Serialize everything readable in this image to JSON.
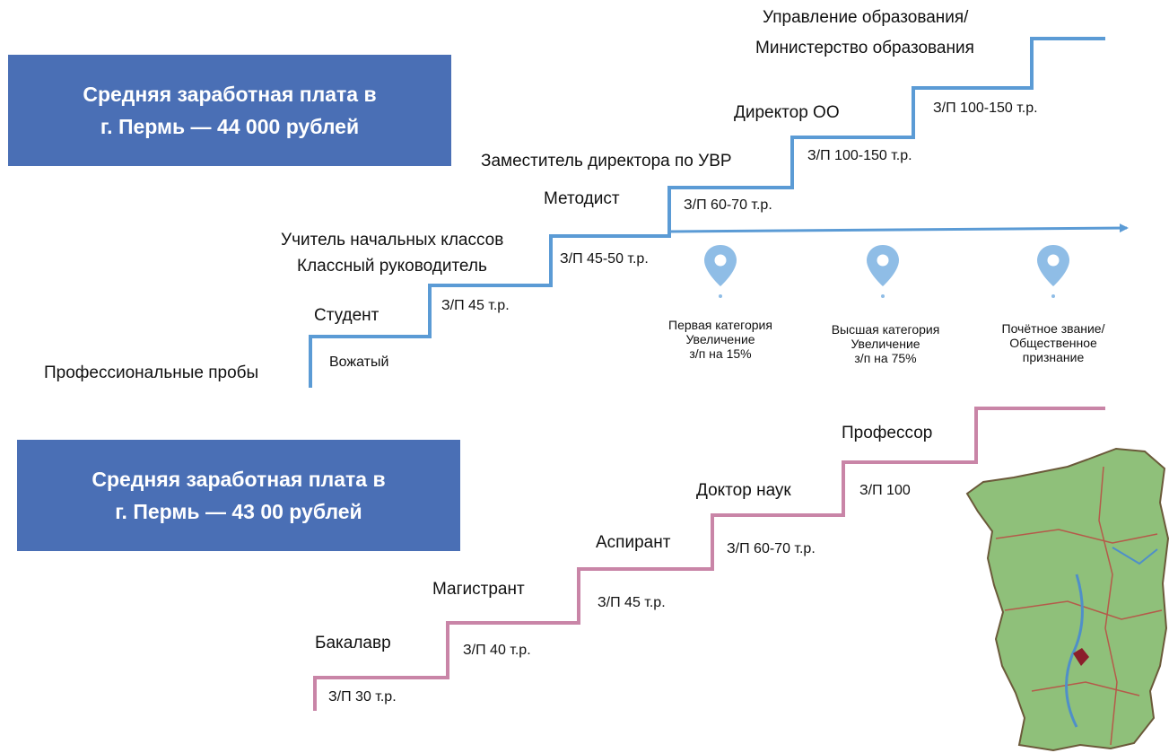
{
  "teacher_track": {
    "salary_box": {
      "line1": "Средняя заработная плата в",
      "line2": "г. Пермь — 44 000 рублей"
    },
    "steps": {
      "pre": "Профессиональные пробы",
      "student": "Студент",
      "counselor": "Вожатый",
      "salary_45": "З/П 45 т.р.",
      "primary_teacher_1": "Учитель начальных классов",
      "primary_teacher_2": "Классный руководитель",
      "salary_45_50": "З/П 45-50 т.р.",
      "methodist": "Методист",
      "salary_60_70": "З/П 60-70 т.р.",
      "deputy": "Заместитель директора по УВР",
      "salary_100_150_a": "З/П 100-150 т.р.",
      "director": "Директор ОО",
      "salary_100_150_b": "З/П 100-150 т.р.",
      "admin_1": "Управление образования/",
      "admin_2": "Министерство образования"
    },
    "milestones": [
      {
        "l1": "Первая категория",
        "l2": "Увеличение",
        "l3": "з/п на 15%"
      },
      {
        "l1": "Высшая категория",
        "l2": "Увеличение",
        "l3": "з/п на 75%"
      },
      {
        "l1": "Почётное звание/",
        "l2": "Общественное",
        "l3": "признание"
      }
    ],
    "colors": {
      "line": "#5b9bd5",
      "pin": "#8fbde6"
    }
  },
  "science_track": {
    "salary_box": {
      "line1": "Средняя заработная плата в",
      "line2": "г. Пермь — 43 00 рублей"
    },
    "steps": {
      "bachelor": "Бакалавр",
      "salary_30": "З/П 30 т.р.",
      "master": "Магистрант",
      "salary_40": "З/П 40 т.р.",
      "postgrad": "Аспирант",
      "salary_45": "З/П 45 т.р.",
      "doctor": "Доктор наук",
      "salary_60_70": "З/П  60-70 т.р.",
      "professor": "Профессор",
      "salary_100": "З/П 100"
    },
    "colors": {
      "line": "#c985a7"
    }
  },
  "box_color": "#4a6fb5",
  "map_icon": "perm-krai-map"
}
